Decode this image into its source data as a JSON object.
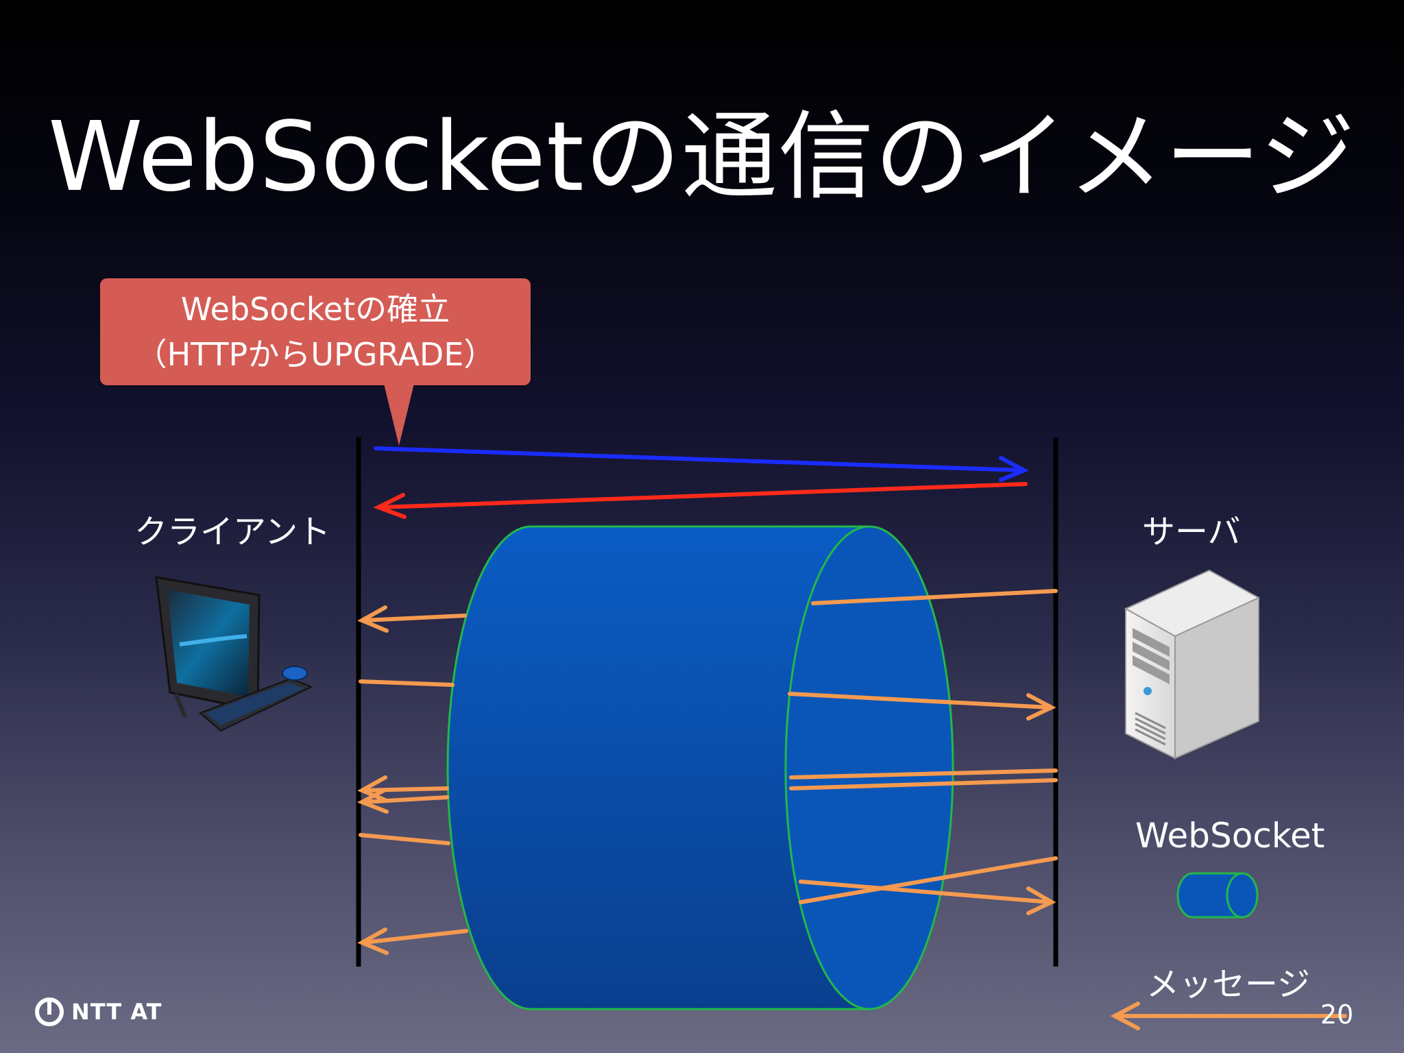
{
  "title": "WebSocketの通信のイメージ",
  "callout": {
    "line1": "WebSocketの確立",
    "line2": "（HTTPからUPGRADE）"
  },
  "labels": {
    "client": "クライアント",
    "server": "サーバ"
  },
  "legend": {
    "websocket": "WebSocket",
    "message": "メッセージ"
  },
  "page_number": "20",
  "logo": {
    "text": "NTT AT"
  },
  "colors": {
    "callout": "#d45c55",
    "upgrade_request": "#1a2cff",
    "upgrade_response": "#ff2a1a",
    "message_arrow": "#f59a50",
    "websocket_fill": "#0a56b8",
    "websocket_stroke": "#22b84a"
  },
  "icons": {
    "client": "desktop-computer-icon",
    "server": "server-tower-icon"
  }
}
